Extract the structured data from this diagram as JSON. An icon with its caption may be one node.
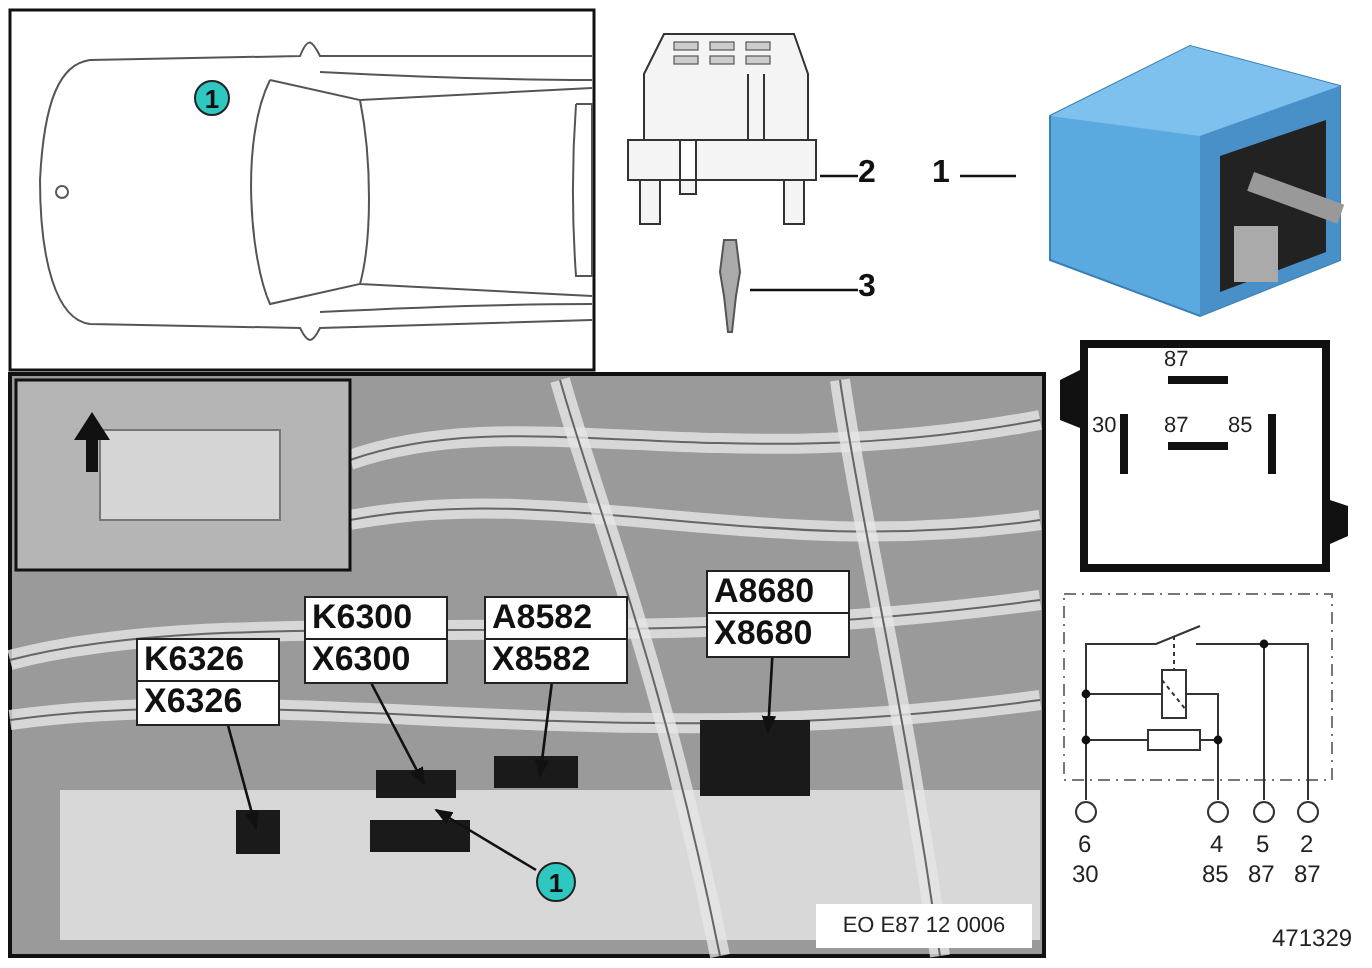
{
  "diagram": {
    "nodes": [
      {
        "text": [
          "1"
        ]
      },
      {
        "text": [
          "K6326",
          "X6326"
        ]
      },
      {
        "text": [
          "K6300",
          "X6300"
        ]
      },
      {
        "text": [
          "A8582",
          "X8582"
        ]
      },
      {
        "text": [
          "A8680",
          "X8680"
        ]
      },
      {
        "text": [
          "1"
        ]
      },
      {
        "text": [
          "2"
        ]
      },
      {
        "text": [
          "3"
        ]
      },
      {
        "text": [
          "1"
        ]
      },
      {
        "text": [],
        "shape": "picture"
      },
      {
        "text": [],
        "shape": "picture"
      },
      {
        "text": [],
        "shape": "picture"
      }
    ],
    "edges": [
      {
        "from": 1,
        "to": null,
        "arrow": "to"
      },
      {
        "from": 2,
        "to": null,
        "arrow": "to"
      },
      {
        "from": 3,
        "to": null,
        "arrow": "to"
      },
      {
        "from": 4,
        "to": null,
        "arrow": "to"
      },
      {
        "from": 5,
        "to": null,
        "arrow": "to"
      },
      {
        "from": 6,
        "to": 9,
        "arrow": "none"
      },
      {
        "from": 7,
        "to": 10,
        "arrow": "none"
      },
      {
        "from": 8,
        "to": 11,
        "arrow": "none"
      }
    ],
    "labels": [
      "87",
      "30",
      "87",
      "85",
      "6",
      "4",
      "5",
      "2",
      "30",
      "85",
      "87",
      "87",
      "EO E87 12 0006",
      "471329"
    ]
  }
}
